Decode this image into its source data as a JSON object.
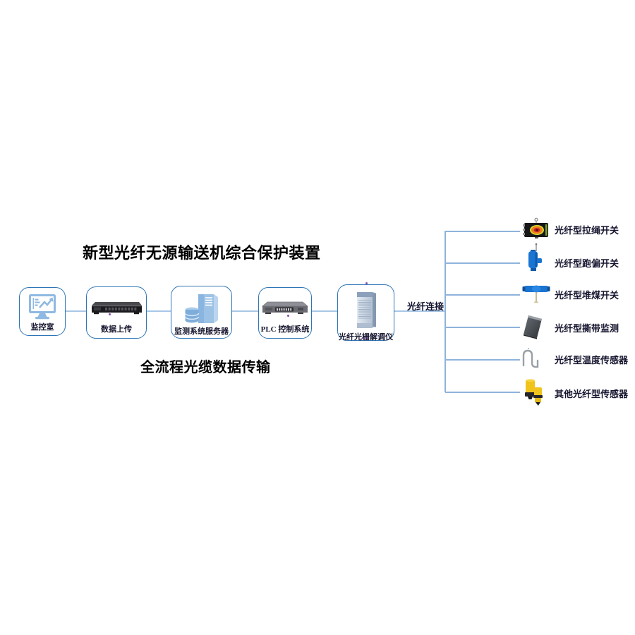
{
  "title": "新型光纤无源输送机综合保护装置",
  "subtitle": "全流程光缆数据传输",
  "connection_label": "光纤连接",
  "flow_nodes": [
    {
      "label": "监控室",
      "icon": "monitor-icon"
    },
    {
      "label": "数据上传",
      "icon": "network-switch-icon"
    },
    {
      "label": "监测系统服务器",
      "icon": "server-database-icon"
    },
    {
      "label": "PLC 控制系统",
      "icon": "plc-rack-icon"
    },
    {
      "label": "光纤光栅解调仪",
      "icon": "demodulator-tower-icon"
    }
  ],
  "sensors": [
    {
      "label": "光纤型拉绳开关",
      "icon": "pull-rope-switch-icon"
    },
    {
      "label": "光纤型跑偏开关",
      "icon": "belt-deviation-switch-icon"
    },
    {
      "label": "光纤型堆煤开关",
      "icon": "coal-pile-switch-icon"
    },
    {
      "label": "光纤型撕带监测",
      "icon": "belt-tear-monitor-icon"
    },
    {
      "label": "光纤型温度传感器",
      "icon": "temperature-sensor-icon"
    },
    {
      "label": "其他光纤型传感器",
      "icon": "other-fiber-sensor-icon"
    }
  ],
  "colors": {
    "box_border": "#2E75B6",
    "connector_line": "#A8C6E6",
    "trunk_line": "#8FB3DC",
    "icon_light_blue": "#8FB9E2",
    "device_blue": "#1A74D2",
    "device_yellow": "#F0C41C",
    "alarm_orange": "#EF7D1A",
    "text_dark": "#15152F"
  }
}
